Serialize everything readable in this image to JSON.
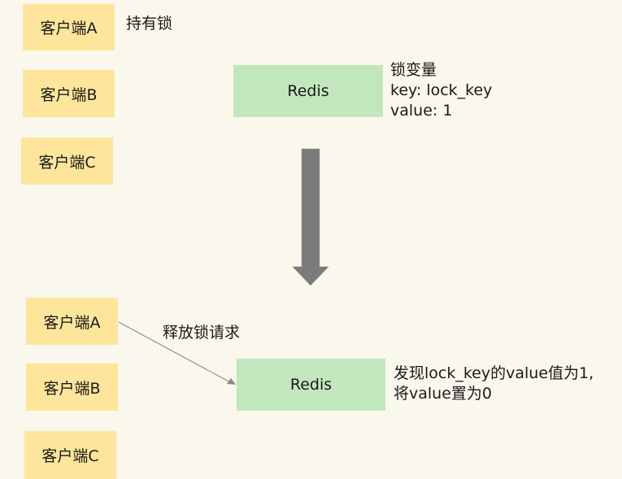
{
  "colors": {
    "background": "#faf7ed",
    "client_fill": "#fde69c",
    "redis_fill": "#c2e7bd",
    "transition_arrow": "#7b7b7b",
    "request_arrow": "#8a8a8a"
  },
  "top": {
    "clients": [
      "客户端A",
      "客户端B",
      "客户端C"
    ],
    "holder_annotation": "持有锁",
    "redis_label": "Redis",
    "lock_info": {
      "title": "锁变量",
      "key_line": "key: lock_key",
      "value_line": "value: 1"
    }
  },
  "bottom": {
    "clients": [
      "客户端A",
      "客户端B",
      "客户端C"
    ],
    "request_label": "释放锁请求",
    "redis_label": "Redis",
    "result_lines": [
      "发现lock_key的value值为1,",
      "将value置为0"
    ]
  }
}
